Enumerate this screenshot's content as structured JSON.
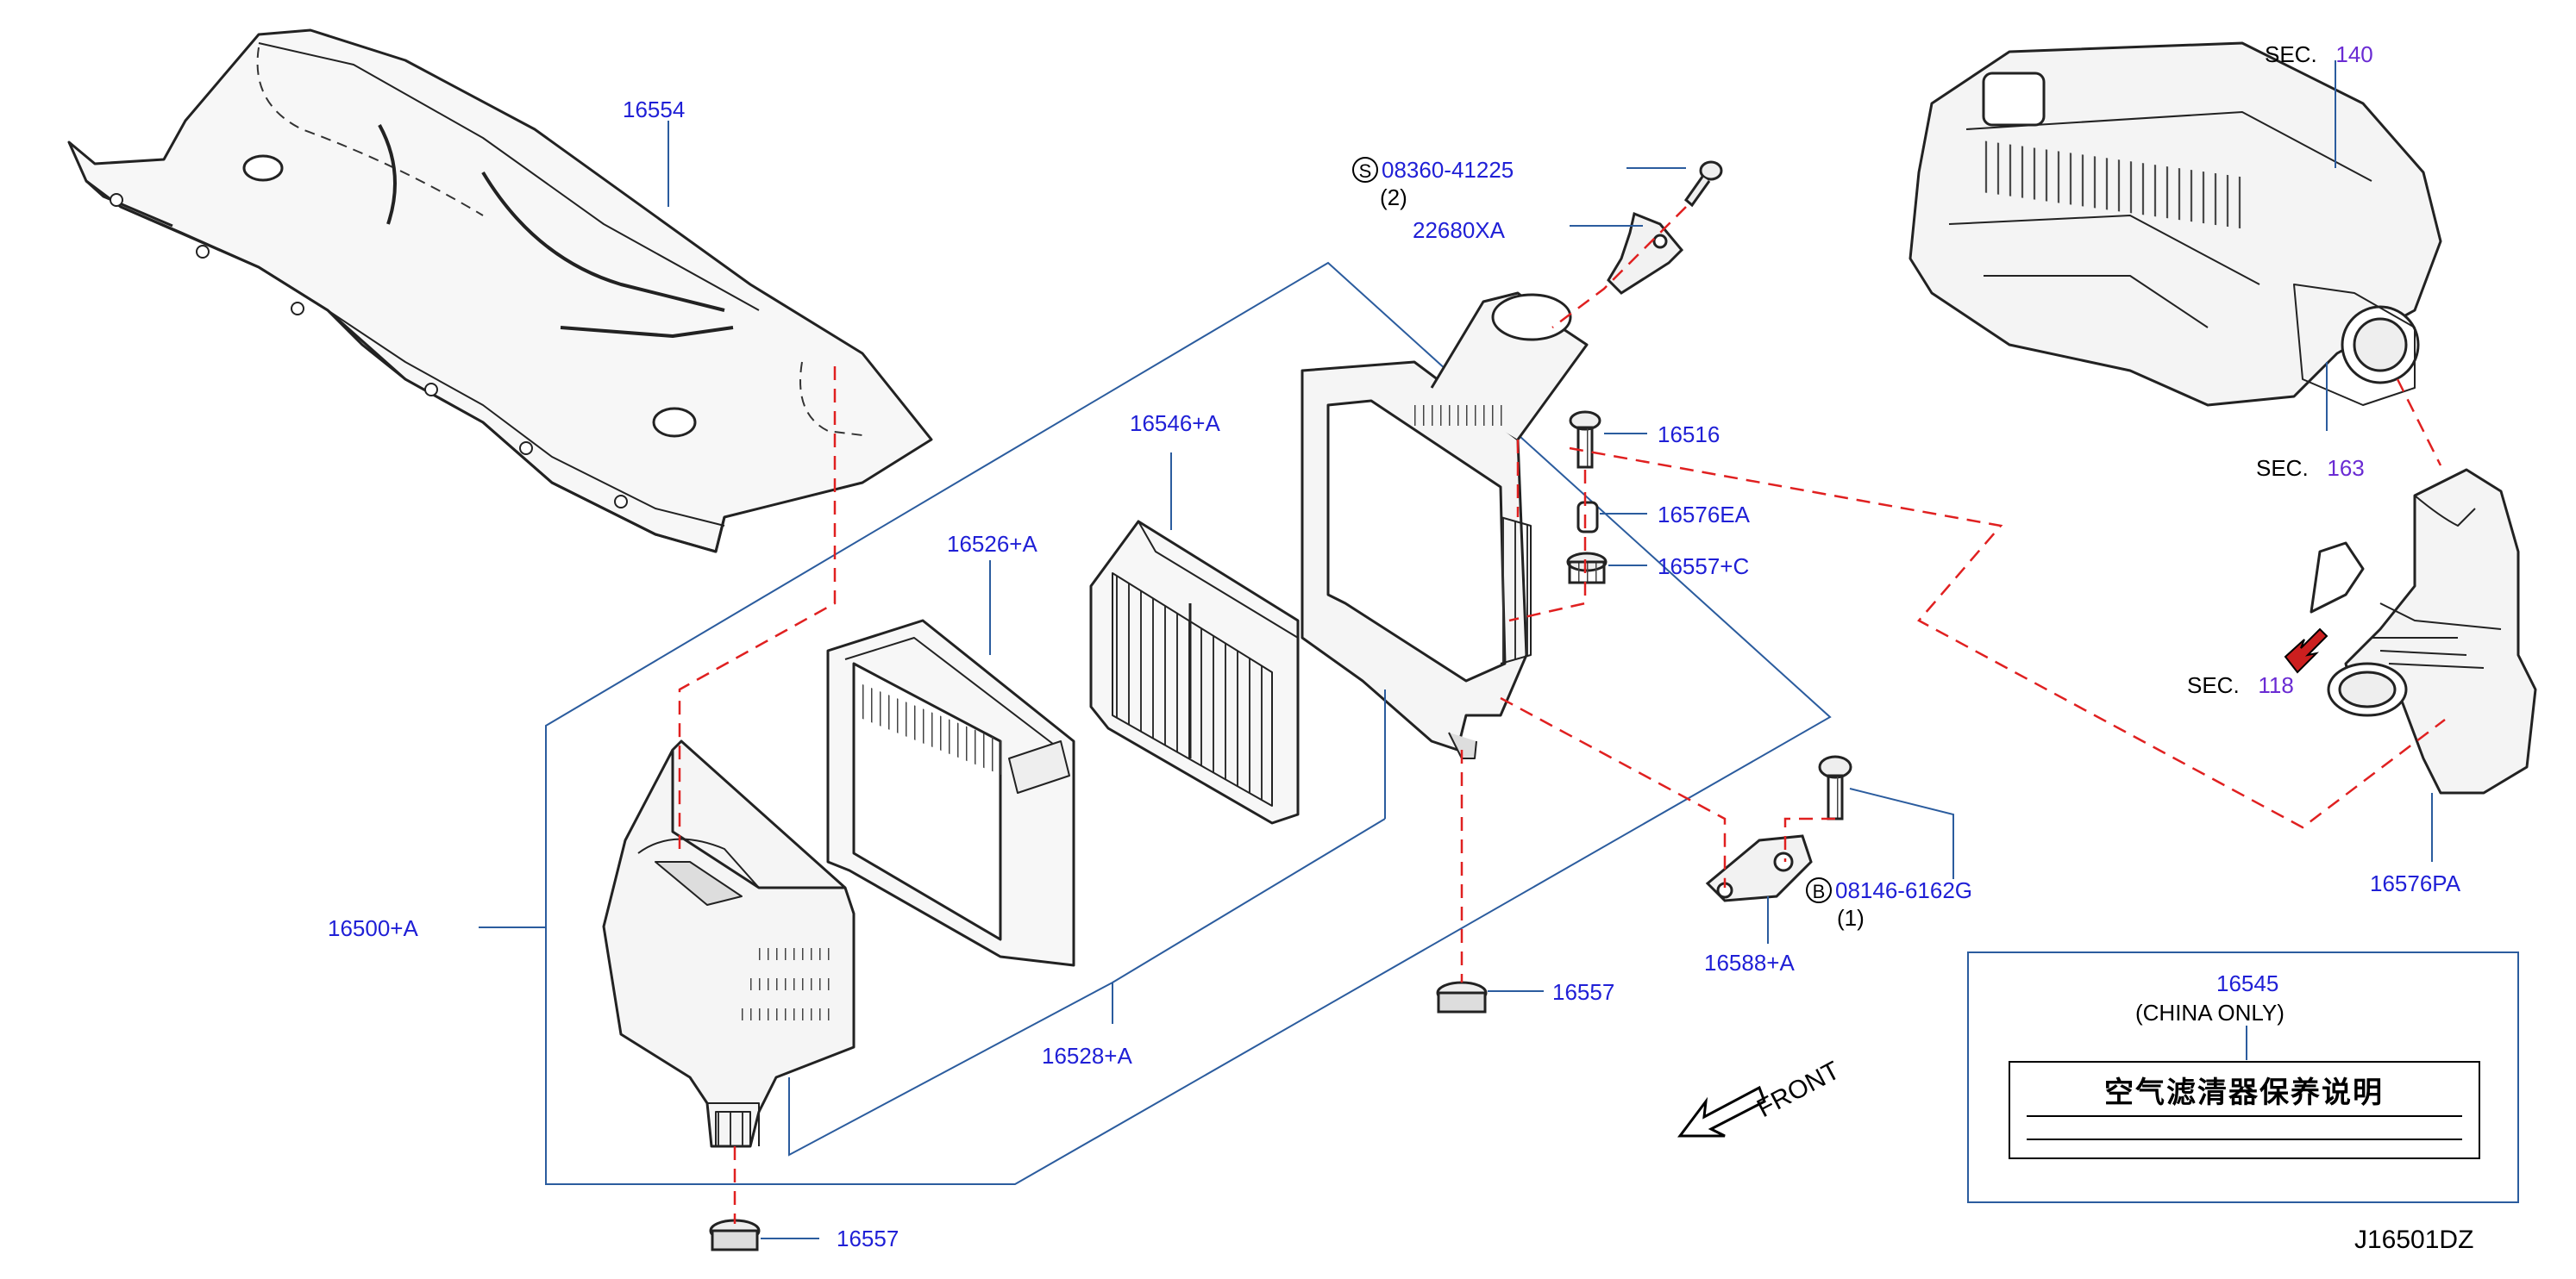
{
  "diagram": {
    "code": "J16501DZ",
    "front_label": "FRONT",
    "colors": {
      "part_ref": "#1f1fd6",
      "section_ref": "#6a2bd3",
      "leader": "#2b5c9e",
      "dashed": "#e02020",
      "ink": "#000000"
    },
    "parts": {
      "p16554": "16554",
      "p16500": "16500+A",
      "p16526": "16526+A",
      "p16546": "16546+A",
      "p16528": "16528+A",
      "p16516": "16516",
      "p16576EA": "16576EA",
      "p16557C": "16557+C",
      "p16557_mid": "16557",
      "p16557_bot": "16557",
      "p16588": "16588+A",
      "p16576PA": "16576PA",
      "p22680": "22680XA",
      "bolt_s": {
        "symbol": "S",
        "number": "08360-41225",
        "qty": "(2)"
      },
      "bolt_b": {
        "symbol": "B",
        "number": "08146-6162G",
        "qty": "(1)"
      }
    },
    "sections": [
      {
        "prefix": "SEC.",
        "num": "140"
      },
      {
        "prefix": "SEC.",
        "num": "163"
      },
      {
        "prefix": "SEC.",
        "num": "118"
      }
    ],
    "label_box": {
      "part": "16545",
      "note": "(CHINA   ONLY)",
      "plate_text": "空气滤清器保养说明"
    }
  }
}
